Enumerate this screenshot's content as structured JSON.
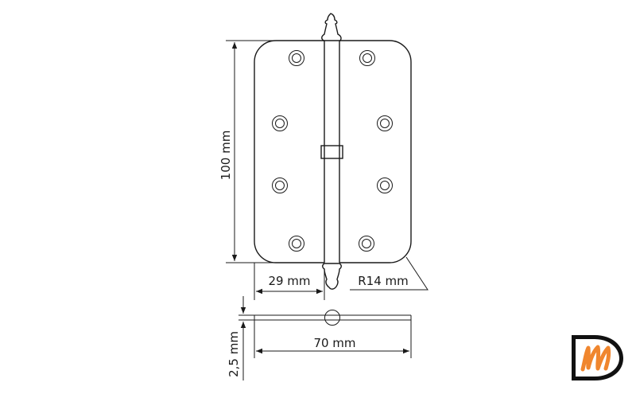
{
  "diagram": {
    "subject": "door hinge technical drawing",
    "dimensions": {
      "height": "100 mm",
      "leaf_width": "29 mm",
      "corner_radius": "R14 mm",
      "total_width": "70 mm",
      "thickness": "2,5 mm"
    },
    "views": [
      "front view",
      "top view"
    ],
    "screw_holes": 8
  },
  "logo": {
    "letter": "D",
    "accent_letter": "m",
    "colors": {
      "outline": "#111111",
      "accent": "#f0862e"
    }
  },
  "colors": {
    "line": "#1a1a1a",
    "background": "#ffffff"
  }
}
